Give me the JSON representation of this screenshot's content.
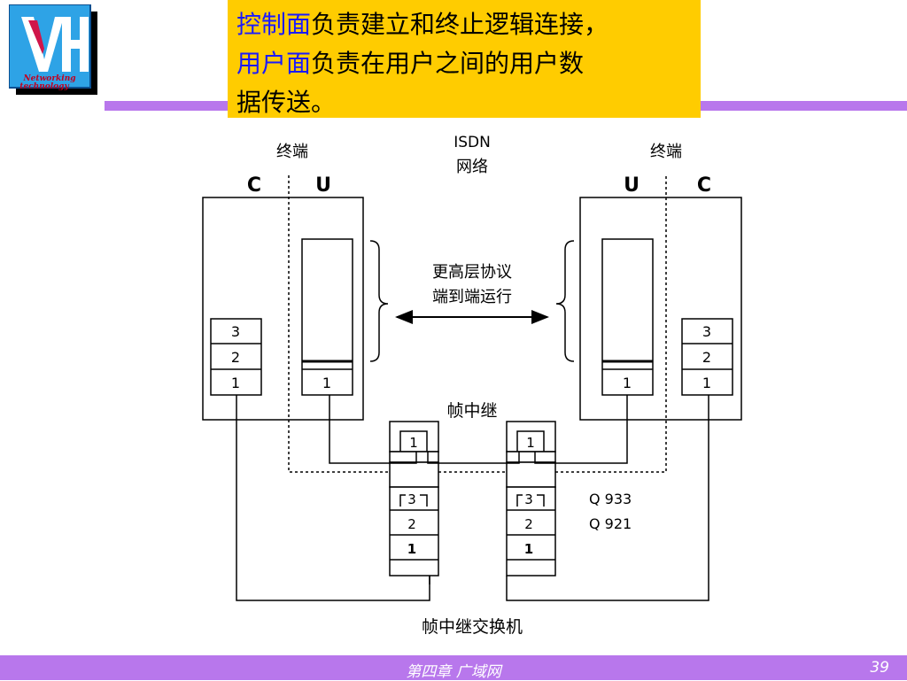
{
  "logo": {
    "letters": "VH",
    "text_line1": "Networking",
    "text_line2": "technology"
  },
  "note": {
    "line1_highlight": "控制面",
    "line1_rest": "负责建立和终止逻辑连接，",
    "line2_highlight": "用户面",
    "line2_rest": "负责在用户之间的用户数",
    "line3": "据传送。"
  },
  "diagram": {
    "left_terminal_label": "终端",
    "right_terminal_label": "终端",
    "isdn_label_1": "ISDN",
    "isdn_label_2": "网络",
    "c_label": "C",
    "u_label": "U",
    "upper_layer_1": "更高层协议",
    "upper_layer_2": "端到端运行",
    "frame_relay_label": "帧中继",
    "switch_label": "帧中继交换机",
    "q933": "Q 933",
    "q921": "Q 921",
    "layer_3": "3",
    "layer_2": "2",
    "layer_1": "1"
  },
  "footer": {
    "chapter": "第四章  广域网",
    "page": "39"
  }
}
